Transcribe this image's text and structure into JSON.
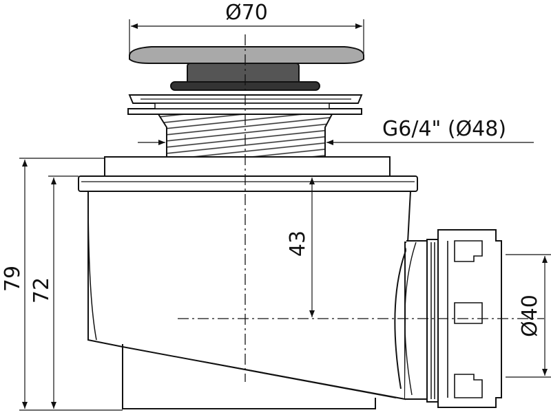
{
  "dimensions": {
    "top_width": "Ø70",
    "thread": "G6/4\" (Ø48)",
    "height_outer": "79",
    "height_inner": "72",
    "depth_outlet": "43",
    "outlet_diameter": "Ø40"
  },
  "colors": {
    "line": "#111111",
    "cap_fill": "#a9a9a9",
    "cap_dark": "#555555",
    "body_fill": "#ffffff"
  }
}
